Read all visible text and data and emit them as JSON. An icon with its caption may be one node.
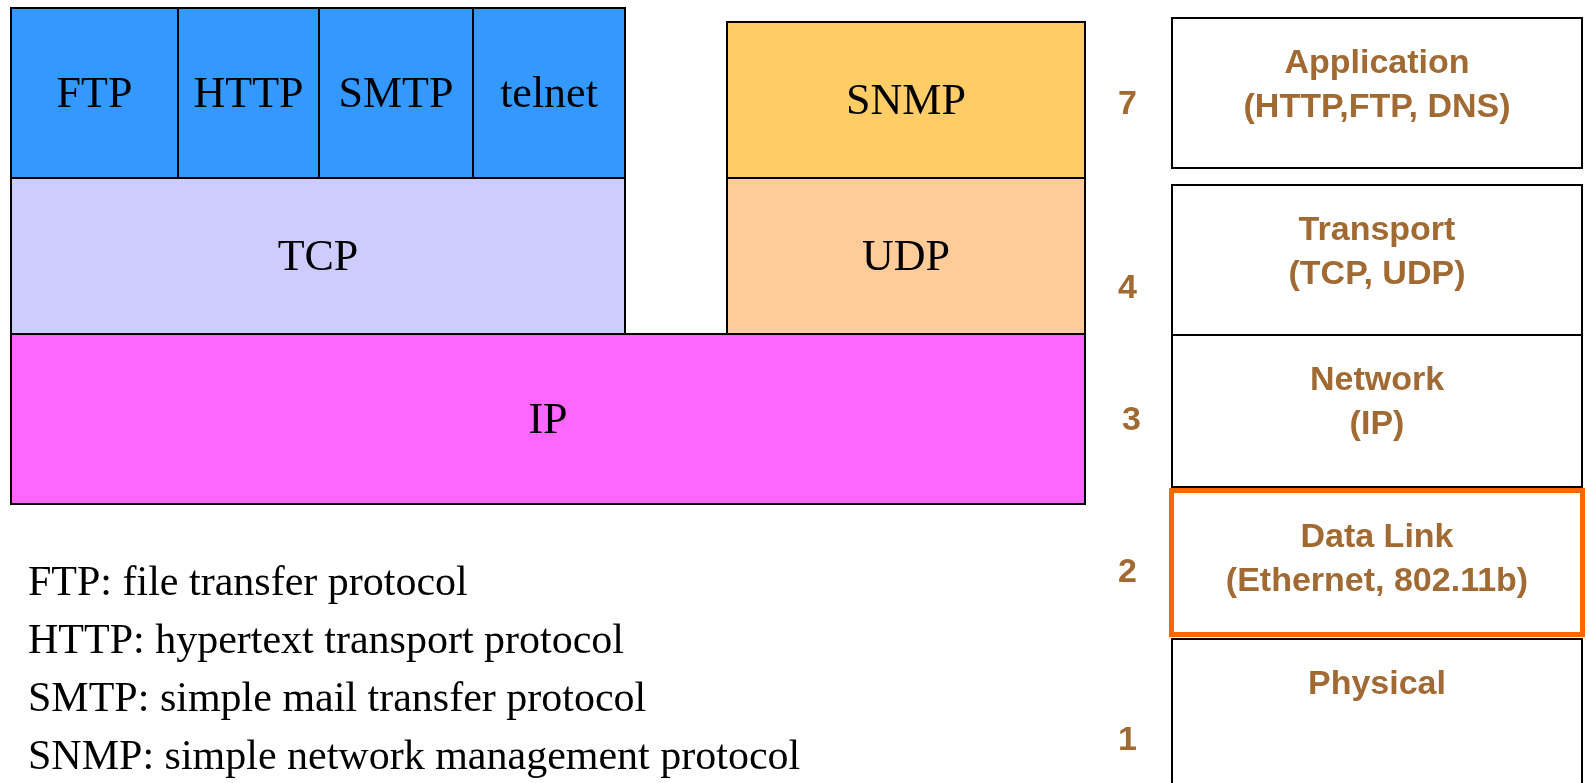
{
  "diagram": {
    "nodes": [
      {
        "text": [
          "FTP"
        ]
      },
      {
        "text": [
          "HTTP"
        ]
      },
      {
        "text": [
          "SMTP"
        ]
      },
      {
        "text": [
          "telnet"
        ]
      },
      {
        "text": [
          "SNMP"
        ]
      },
      {
        "text": [
          "TCP"
        ]
      },
      {
        "text": [
          "UDP"
        ]
      },
      {
        "text": [
          "IP"
        ]
      },
      {
        "text": [
          "Application",
          "(HTTP,FTP, DNS)"
        ],
        "beside": [
          "7"
        ]
      },
      {
        "text": [
          "Transport",
          "(TCP, UDP)"
        ],
        "beside": [
          "4"
        ]
      },
      {
        "text": [
          "Network",
          "(IP)"
        ],
        "beside": [
          "3"
        ]
      },
      {
        "text": [
          "Data Link",
          "(Ethernet, 802.11b)"
        ],
        "beside": [
          "2"
        ]
      },
      {
        "text": [
          "Physical"
        ],
        "beside": [
          "1"
        ]
      }
    ],
    "labels": [
      "FTP: file transfer protocol",
      "HTTP:  hypertext transport protocol",
      "SMTP: simple mail transfer protocol",
      "SNMP: simple network management protocol"
    ]
  }
}
